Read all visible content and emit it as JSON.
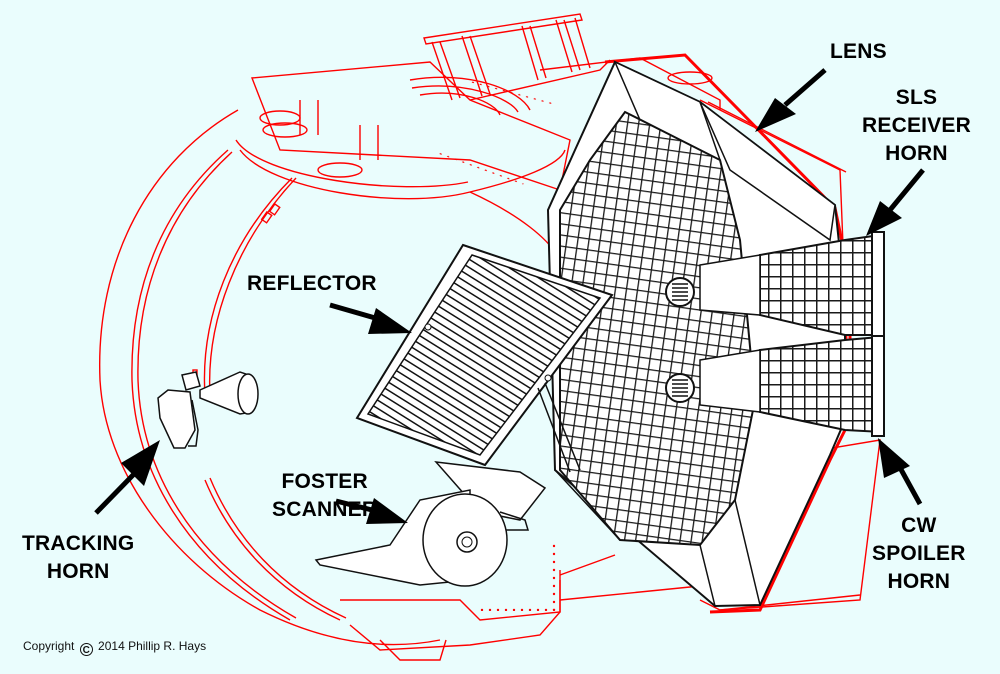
{
  "diagram": {
    "title": "Radar antenna assembly cutaway",
    "colors": {
      "background": "#eafdfd",
      "housing_outline": "#ff0000",
      "component_outline": "#000000",
      "component_fill": "#ffffff",
      "label_text": "#000000"
    },
    "labels": {
      "lens": [
        "LENS"
      ],
      "sls_receiver_horn": [
        "SLS",
        "RECEIVER",
        "HORN"
      ],
      "reflector": [
        "REFLECTOR"
      ],
      "foster_scanner": [
        "FOSTER",
        "SCANNER"
      ],
      "tracking_horn": [
        "TRACKING",
        "HORN"
      ],
      "cw_spoiler_horn": [
        "CW",
        "SPOILER",
        "HORN"
      ]
    },
    "copyright": {
      "prefix": "Copyright",
      "symbol": "C",
      "text": "2014 Phillip R. Hays"
    }
  }
}
